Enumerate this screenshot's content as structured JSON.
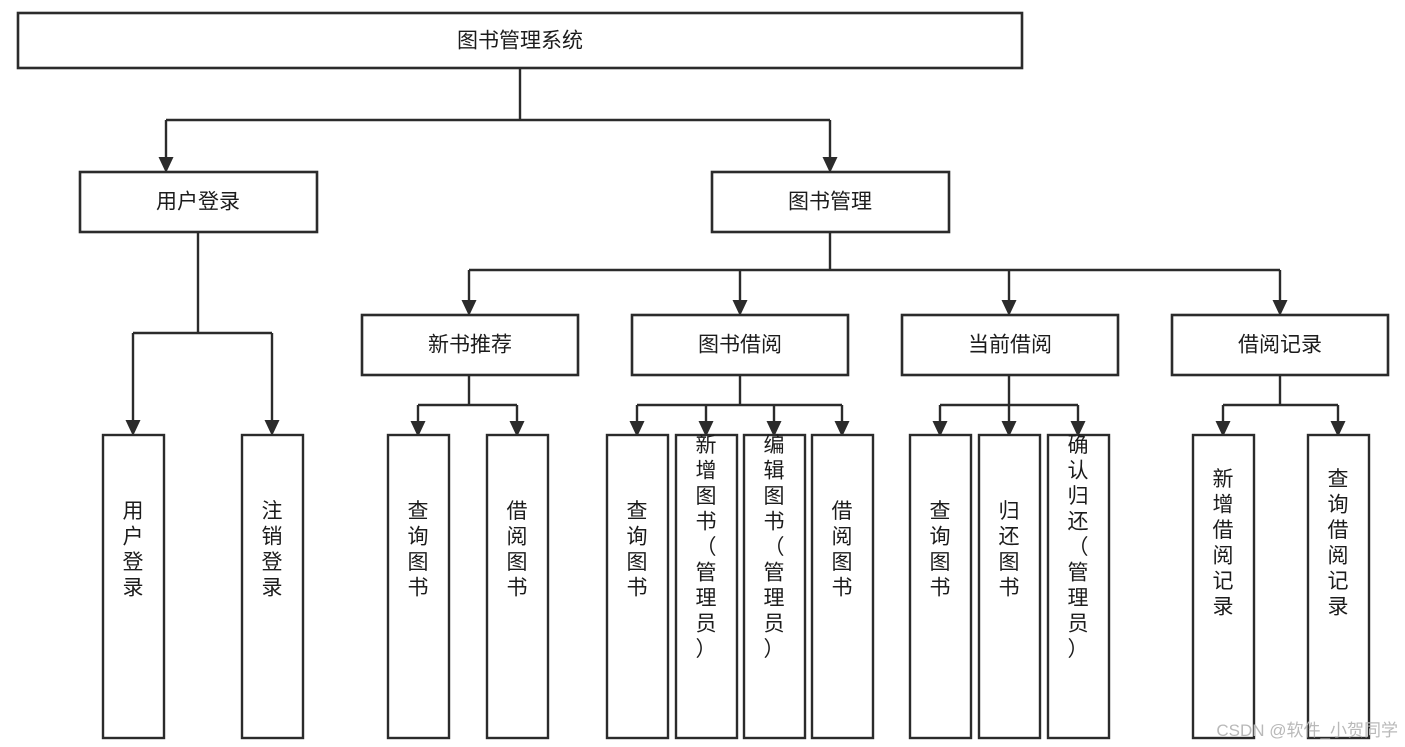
{
  "diagram": {
    "title": "图书管理系统",
    "type": "tree-hierarchy-flowchart",
    "root": {
      "id": "root",
      "label": "图书管理系统"
    },
    "level2": [
      {
        "id": "user-login",
        "label": "用户登录"
      },
      {
        "id": "book-manage",
        "label": "图书管理"
      }
    ],
    "level3": [
      {
        "id": "new-book-rec",
        "label": "新书推荐",
        "parent": "book-manage"
      },
      {
        "id": "book-borrow",
        "label": "图书借阅",
        "parent": "book-manage"
      },
      {
        "id": "current-borrow",
        "label": "当前借阅",
        "parent": "book-manage"
      },
      {
        "id": "borrow-record",
        "label": "借阅记录",
        "parent": "book-manage"
      }
    ],
    "leaves": [
      {
        "id": "leaf-user-login",
        "label": "用户登录",
        "parent": "user-login"
      },
      {
        "id": "leaf-logout",
        "label": "注销登录",
        "parent": "user-login"
      },
      {
        "id": "leaf-query-book-1",
        "label": "查询图书",
        "parent": "new-book-rec"
      },
      {
        "id": "leaf-borrow-book-1",
        "label": "借阅图书",
        "parent": "new-book-rec"
      },
      {
        "id": "leaf-query-book-2",
        "label": "查询图书",
        "parent": "book-borrow"
      },
      {
        "id": "leaf-add-book",
        "label": "新增图书（管理员）",
        "parent": "book-borrow"
      },
      {
        "id": "leaf-edit-book",
        "label": "编辑图书（管理员）",
        "parent": "book-borrow"
      },
      {
        "id": "leaf-borrow-book-2",
        "label": "借阅图书",
        "parent": "book-borrow"
      },
      {
        "id": "leaf-query-book-3",
        "label": "查询图书",
        "parent": "current-borrow"
      },
      {
        "id": "leaf-return-book",
        "label": "归还图书",
        "parent": "current-borrow"
      },
      {
        "id": "leaf-confirm-return",
        "label": "确认归还（管理员）",
        "parent": "current-borrow"
      },
      {
        "id": "leaf-add-record",
        "label": "新增借阅记录",
        "parent": "borrow-record"
      },
      {
        "id": "leaf-query-record",
        "label": "查询借阅记录",
        "parent": "borrow-record"
      }
    ]
  },
  "watermark": {
    "text": "CSDN @软件_小贺同学"
  },
  "colors": {
    "stroke": "#2b2b2b",
    "box_fill": "#ffffff",
    "text": "#1c1c1c",
    "background": "#ffffff",
    "watermark": "#b9b9b9"
  }
}
